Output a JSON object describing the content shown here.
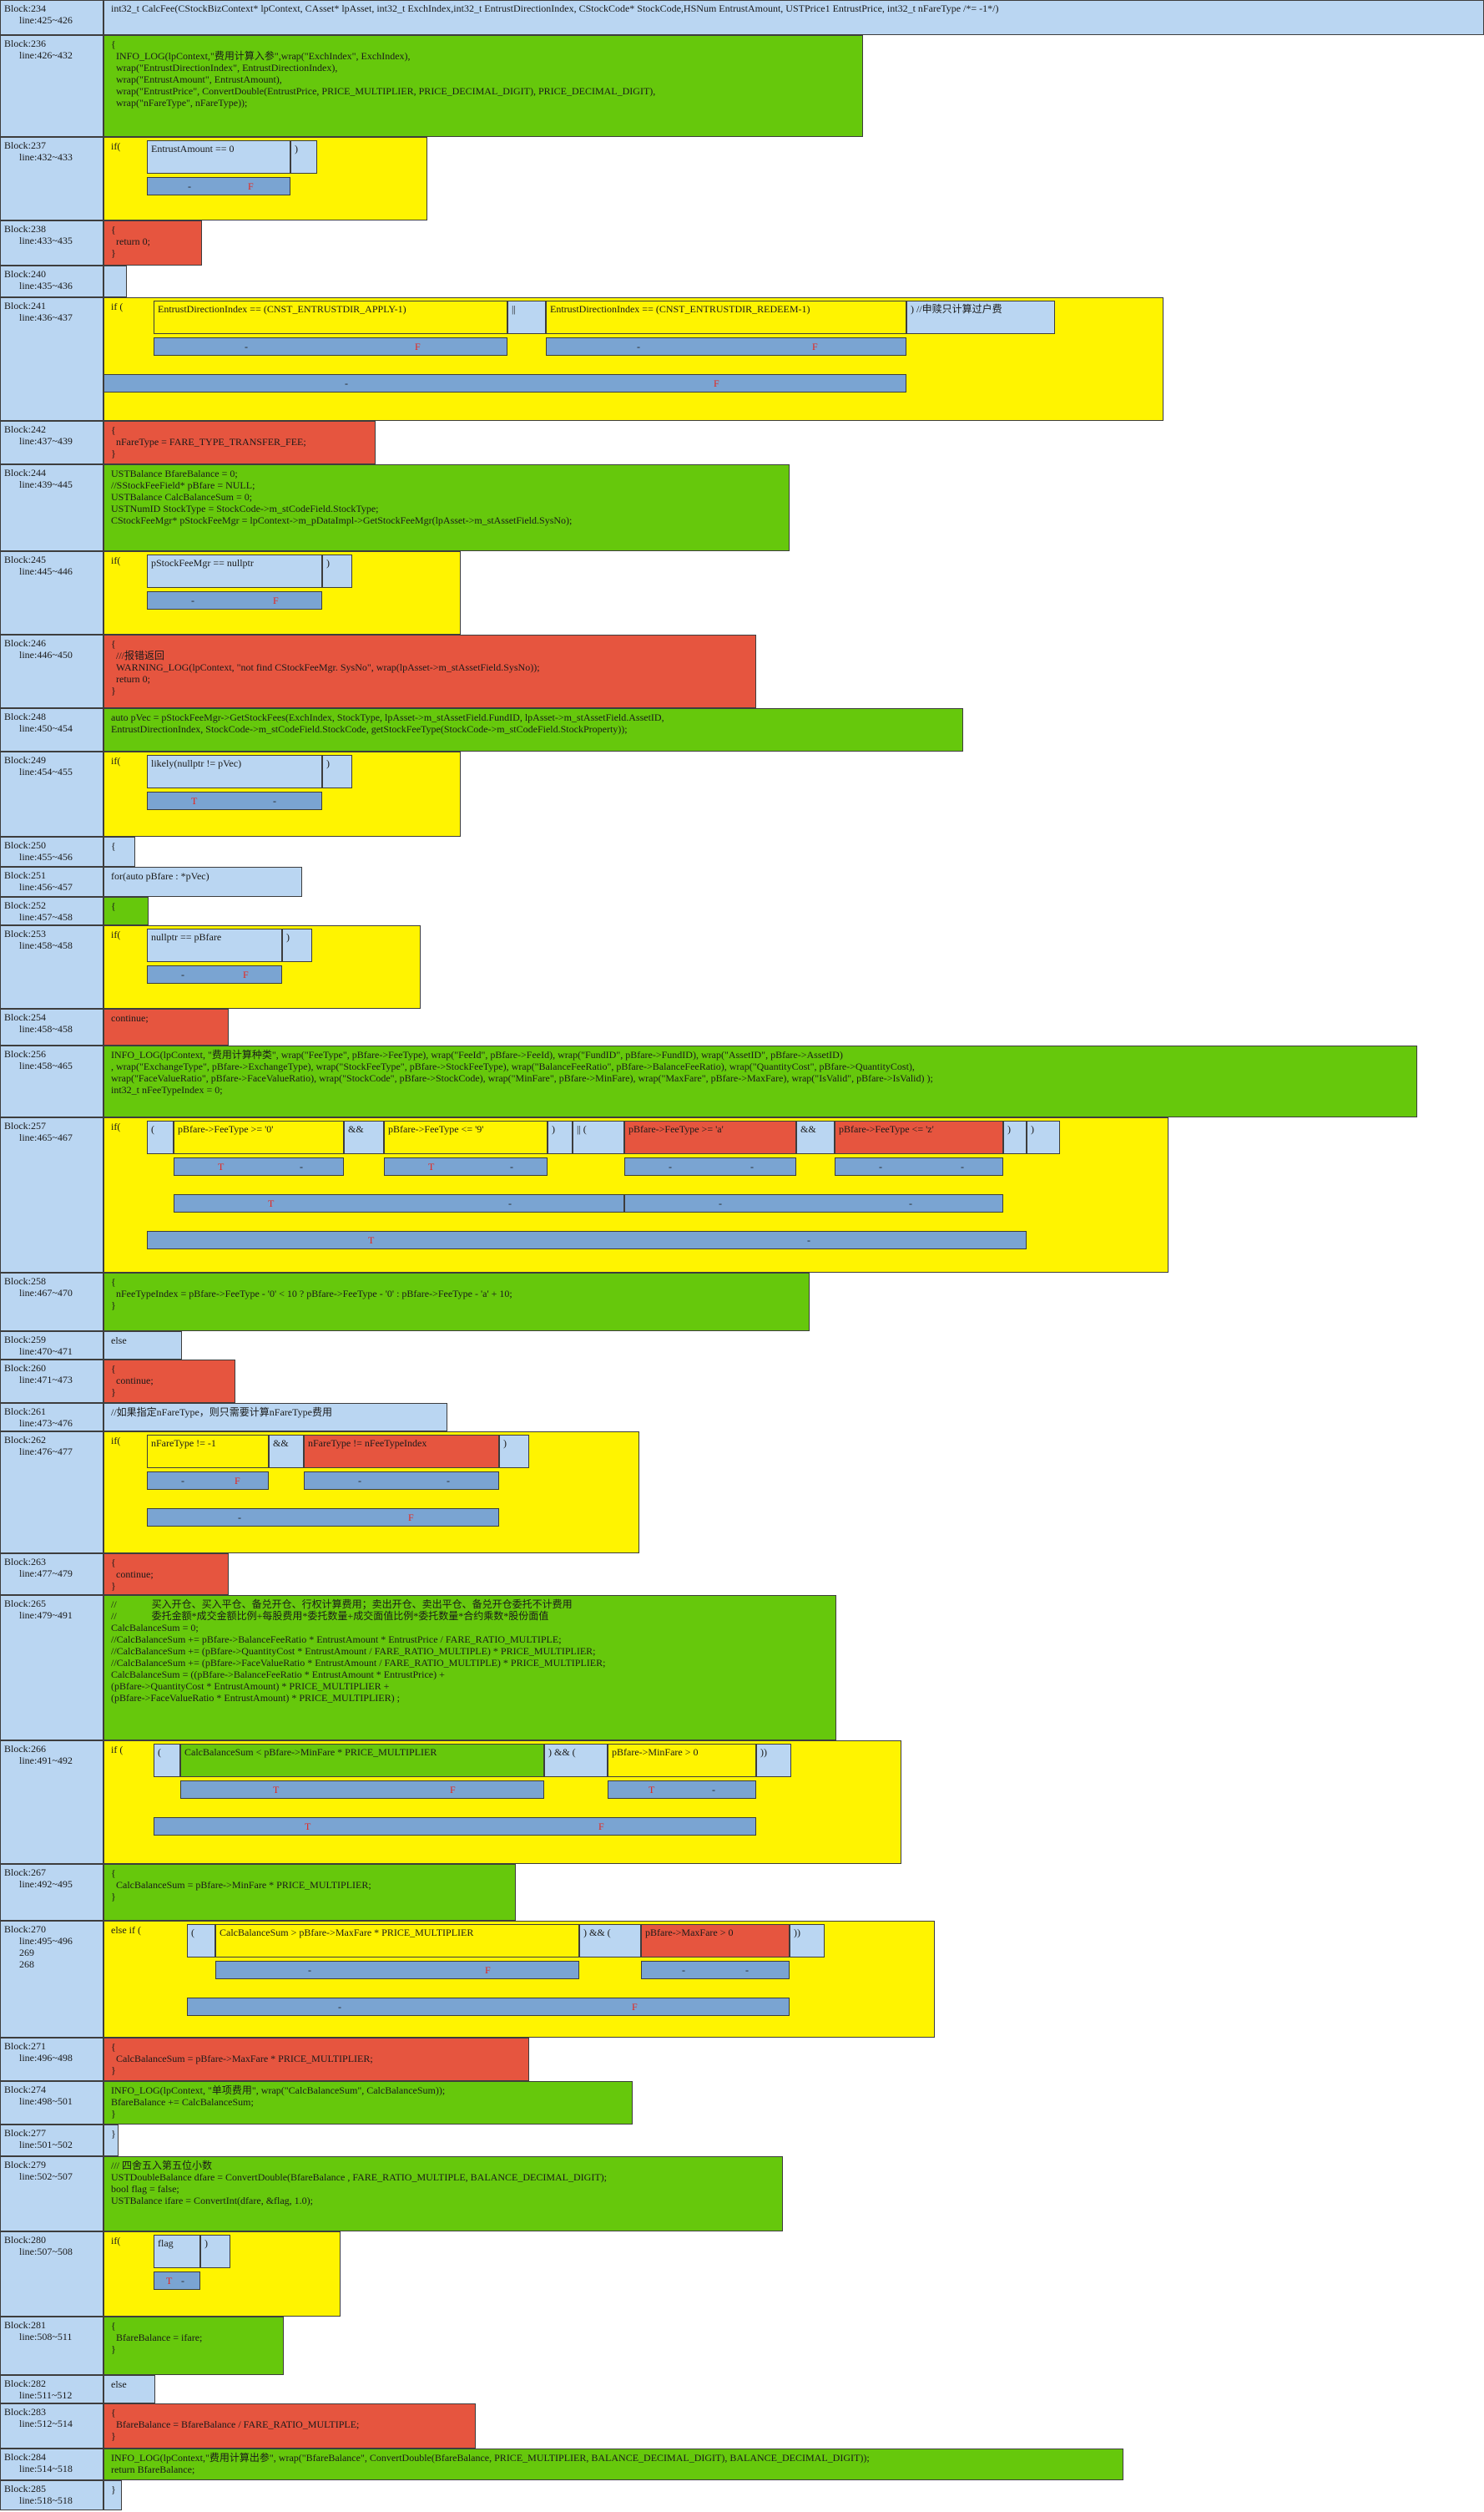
{
  "blocks": [
    {
      "name": "Block:234",
      "lines": "line:425~426",
      "code": "int32_t CalcFee(CStockBizContext* lpContext, CAsset* lpAsset, int32_t ExchIndex,int32_t EntrustDirectionIndex, CStockCode* StockCode,HSNum EntrustAmount, USTPrice1 EntrustPrice, int32_t nFareType /*= -1*/)"
    },
    {
      "name": "Block:236",
      "lines": "line:426~432",
      "code": "{\n  INFO_LOG(lpContext,\"费用计算入参\",wrap(\"ExchIndex\", ExchIndex),\n  wrap(\"EntrustDirectionIndex\", EntrustDirectionIndex),\n  wrap(\"EntrustAmount\", EntrustAmount),\n  wrap(\"EntrustPrice\", ConvertDouble(EntrustPrice, PRICE_MULTIPLIER, PRICE_DECIMAL_DIGIT), PRICE_DECIMAL_DIGIT),\n  wrap(\"nFareType\", nFareType));"
    },
    {
      "name": "Block:237",
      "lines": "line:432~433",
      "code": "if("
    },
    {
      "name": "Block:238",
      "lines": "line:433~435",
      "code": "{\n  return 0;\n}"
    },
    {
      "name": "Block:240",
      "lines": "line:435~436",
      "code": ""
    },
    {
      "name": "Block:241",
      "lines": "line:436~437",
      "code": "if ("
    },
    {
      "name": "Block:242",
      "lines": "line:437~439",
      "code": "{\n  nFareType = FARE_TYPE_TRANSFER_FEE;\n}"
    },
    {
      "name": "Block:244",
      "lines": "line:439~445",
      "code": "USTBalance BfareBalance = 0;\n//SStockFeeField* pBfare = NULL;\nUSTBalance CalcBalanceSum = 0;\nUSTNumID StockType = StockCode->m_stCodeField.StockType;\nCStockFeeMgr* pStockFeeMgr = lpContext->m_pDataImpl->GetStockFeeMgr(lpAsset->m_stAssetField.SysNo);"
    },
    {
      "name": "Block:245",
      "lines": "line:445~446",
      "code": "if("
    },
    {
      "name": "Block:246",
      "lines": "line:446~450",
      "code": "{\n  ///报错返回\n  WARNING_LOG(lpContext, \"not find CStockFeeMgr. SysNo\", wrap(lpAsset->m_stAssetField.SysNo));\n  return 0;\n}"
    },
    {
      "name": "Block:248",
      "lines": "line:450~454",
      "code": "auto pVec = pStockFeeMgr->GetStockFees(ExchIndex, StockType, lpAsset->m_stAssetField.FundID, lpAsset->m_stAssetField.AssetID,\nEntrustDirectionIndex, StockCode->m_stCodeField.StockCode, getStockFeeType(StockCode->m_stCodeField.StockProperty));"
    },
    {
      "name": "Block:249",
      "lines": "line:454~455",
      "code": "if("
    },
    {
      "name": "Block:250",
      "lines": "line:455~456",
      "code": "{"
    },
    {
      "name": "Block:251",
      "lines": "line:456~457",
      "code": "for(auto pBfare : *pVec)"
    },
    {
      "name": "Block:252",
      "lines": "line:457~458",
      "code": "{"
    },
    {
      "name": "Block:253",
      "lines": "line:458~458",
      "code": "if("
    },
    {
      "name": "Block:254",
      "lines": "line:458~458",
      "code": "continue;"
    },
    {
      "name": "Block:256",
      "lines": "line:458~465",
      "code": "INFO_LOG(lpContext, \"费用计算种类\", wrap(\"FeeType\", pBfare->FeeType), wrap(\"FeeId\", pBfare->FeeId), wrap(\"FundID\", pBfare->FundID), wrap(\"AssetID\", pBfare->AssetID)\n, wrap(\"ExchangeType\", pBfare->ExchangeType), wrap(\"StockFeeType\", pBfare->StockFeeType), wrap(\"BalanceFeeRatio\", pBfare->BalanceFeeRatio), wrap(\"QuantityCost\", pBfare->QuantityCost),\nwrap(\"FaceValueRatio\", pBfare->FaceValueRatio), wrap(\"StockCode\", pBfare->StockCode), wrap(\"MinFare\", pBfare->MinFare), wrap(\"MaxFare\", pBfare->MaxFare), wrap(\"IsValid\", pBfare->IsValid) );\nint32_t nFeeTypeIndex = 0;"
    },
    {
      "name": "Block:257",
      "lines": "line:465~467",
      "code": "if("
    },
    {
      "name": "Block:258",
      "lines": "line:467~470",
      "code": "{\n  nFeeTypeIndex = pBfare->FeeType - '0' < 10 ? pBfare->FeeType - '0' : pBfare->FeeType - 'a' + 10;\n}"
    },
    {
      "name": "Block:259",
      "lines": "line:470~471",
      "code": "else"
    },
    {
      "name": "Block:260",
      "lines": "line:471~473",
      "code": "{\n  continue;\n}"
    },
    {
      "name": "Block:261",
      "lines": "line:473~476",
      "code": "//如果指定nFareType，则只需要计算nFareType费用"
    },
    {
      "name": "Block:262",
      "lines": "line:476~477",
      "code": "if("
    },
    {
      "name": "Block:263",
      "lines": "line:477~479",
      "code": "{\n  continue;\n}"
    },
    {
      "name": "Block:265",
      "lines": "line:479~491",
      "code": "//              买入开仓、买入平仓、备兑开仓、行权计算费用；卖出开仓、卖出平仓、备兑开仓委托不计费用\n//              委托金额*成交金额比例+每股费用*委托数量+成交面值比例*委托数量*合约乘数*股份面值\nCalcBalanceSum = 0;\n//CalcBalanceSum += pBfare->BalanceFeeRatio * EntrustAmount * EntrustPrice / FARE_RATIO_MULTIPLE;\n//CalcBalanceSum += (pBfare->QuantityCost * EntrustAmount / FARE_RATIO_MULTIPLE) * PRICE_MULTIPLIER;\n//CalcBalanceSum += (pBfare->FaceValueRatio * EntrustAmount / FARE_RATIO_MULTIPLE) * PRICE_MULTIPLIER;\nCalcBalanceSum = ((pBfare->BalanceFeeRatio * EntrustAmount * EntrustPrice) +\n(pBfare->QuantityCost * EntrustAmount) * PRICE_MULTIPLIER +\n(pBfare->FaceValueRatio * EntrustAmount) * PRICE_MULTIPLIER) ;"
    },
    {
      "name": "Block:266",
      "lines": "line:491~492",
      "code": "if ("
    },
    {
      "name": "Block:267",
      "lines": "line:492~495",
      "code": "{\n  CalcBalanceSum = pBfare->MinFare * PRICE_MULTIPLIER;\n}"
    },
    {
      "name": "Block:270",
      "lines": "line:495~496\n269\n268",
      "code": "else if ("
    },
    {
      "name": "Block:271",
      "lines": "line:496~498",
      "code": "{\n  CalcBalanceSum = pBfare->MaxFare * PRICE_MULTIPLIER;\n}"
    },
    {
      "name": "Block:274",
      "lines": "line:498~501",
      "code": "INFO_LOG(lpContext, \"单项费用\", wrap(\"CalcBalanceSum\", CalcBalanceSum));\nBfareBalance += CalcBalanceSum;\n}"
    },
    {
      "name": "Block:277",
      "lines": "line:501~502",
      "code": "}"
    },
    {
      "name": "Block:279",
      "lines": "line:502~507",
      "code": "/// 四舍五入第五位小数\nUSTDoubleBalance dfare = ConvertDouble(BfareBalance , FARE_RATIO_MULTIPLE, BALANCE_DECIMAL_DIGIT);\nbool flag = false;\nUSTBalance ifare = ConvertInt(dfare, &flag, 1.0);"
    },
    {
      "name": "Block:280",
      "lines": "line:507~508",
      "code": "if("
    },
    {
      "name": "Block:281",
      "lines": "line:508~511",
      "code": "{\n  BfareBalance = ifare;\n}"
    },
    {
      "name": "Block:282",
      "lines": "line:511~512",
      "code": "else"
    },
    {
      "name": "Block:283",
      "lines": "line:512~514",
      "code": "{\n  BfareBalance = BfareBalance / FARE_RATIO_MULTIPLE;\n}"
    },
    {
      "name": "Block:284",
      "lines": "line:514~518",
      "code": "INFO_LOG(lpContext,\"费用计算出参\", wrap(\"BfareBalance\", ConvertDouble(BfareBalance, PRICE_MULTIPLIER, BALANCE_DECIMAL_DIGIT), BALANCE_DECIMAL_DIGIT));\nreturn BfareBalance;"
    },
    {
      "name": "Block:285",
      "lines": "line:518~518",
      "code": "}"
    }
  ],
  "conditions": {
    "b237": [
      "EntrustAmount == 0",
      ")"
    ],
    "b241": [
      "EntrustDirectionIndex == (CNST_ENTRUSTDIR_APPLY-1)",
      "||",
      "EntrustDirectionIndex == (CNST_ENTRUSTDIR_REDEEM-1)",
      ") //申赎只计算过户费"
    ],
    "b245": [
      "pStockFeeMgr == nullptr",
      ")"
    ],
    "b249": [
      "likely(nullptr != pVec)",
      ")"
    ],
    "b253": [
      "nullptr == pBfare",
      ")"
    ],
    "b257": [
      "(",
      "pBfare->FeeType >= '0'",
      "&&",
      "pBfare->FeeType <= '9'",
      ")",
      "|| (",
      "pBfare->FeeType >= 'a'",
      "&&",
      "pBfare->FeeType <= 'z'",
      ")",
      ")"
    ],
    "b262": [
      "nFareType != -1",
      "&&",
      "nFareType != nFeeTypeIndex",
      ")"
    ],
    "b266": [
      "(",
      "CalcBalanceSum < pBfare->MinFare * PRICE_MULTIPLIER",
      ") && (",
      "pBfare->MinFare > 0",
      "))"
    ],
    "b270": [
      "(",
      "CalcBalanceSum > pBfare->MaxFare * PRICE_MULTIPLIER",
      ") && (",
      "pBfare->MaxFare > 0",
      "))"
    ],
    "b280": [
      "flag",
      ")"
    ]
  },
  "truth": {
    "t": "T",
    "f": "F",
    "d": "-"
  },
  "colors": {
    "blue": "#bad6f2",
    "green": "#66c80c",
    "red": "#e6553f",
    "yellow": "#fff400",
    "truthbar": "#7aa4d2",
    "border": "#3d3d3d"
  }
}
